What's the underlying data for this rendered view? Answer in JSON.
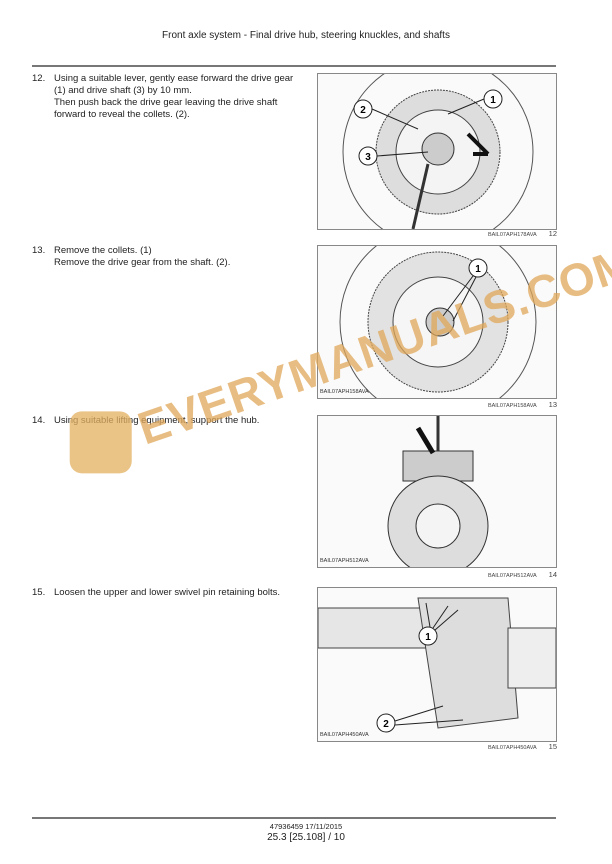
{
  "header": {
    "title": "Front axle system - Final drive hub, steering knuckles, and shafts"
  },
  "steps": [
    {
      "num": "12.",
      "lines": [
        "Using a suitable lever, gently ease forward the drive gear (1) and drive shaft (3) by 10 mm.",
        "Then push back the drive gear leaving the drive shaft forward to reveal the collets. (2)."
      ],
      "figure_code": "BAIL07APH178AVA",
      "figure_num": "12",
      "inner_code": "",
      "callouts": [
        "1",
        "2",
        "3"
      ]
    },
    {
      "num": "13.",
      "lines": [
        "Remove the collets. (1)",
        "Remove the drive gear from the shaft. (2)."
      ],
      "figure_code": "BAIL07APH158AVA",
      "figure_num": "13",
      "inner_code": "BAIL07APH158AVA",
      "callouts": [
        "1"
      ]
    },
    {
      "num": "14.",
      "lines": [
        "Using suitable lifting equipment, support the hub."
      ],
      "figure_code": "BAIL07APH512AVA",
      "figure_num": "14",
      "inner_code": "BAIL07APH512AVA",
      "callouts": []
    },
    {
      "num": "15.",
      "lines": [
        "Loosen the upper and lower swivel pin retaining bolts."
      ],
      "figure_code": "BAIL07APH450AVA",
      "figure_num": "15",
      "inner_code": "BAIL07APH450AVA",
      "callouts": [
        "1",
        "2"
      ]
    }
  ],
  "footer": {
    "doc": "47936459 17/11/2015",
    "page": "25.3 [25.108] / 10"
  },
  "watermark": {
    "text": "EVERYMANUALS.COM"
  }
}
